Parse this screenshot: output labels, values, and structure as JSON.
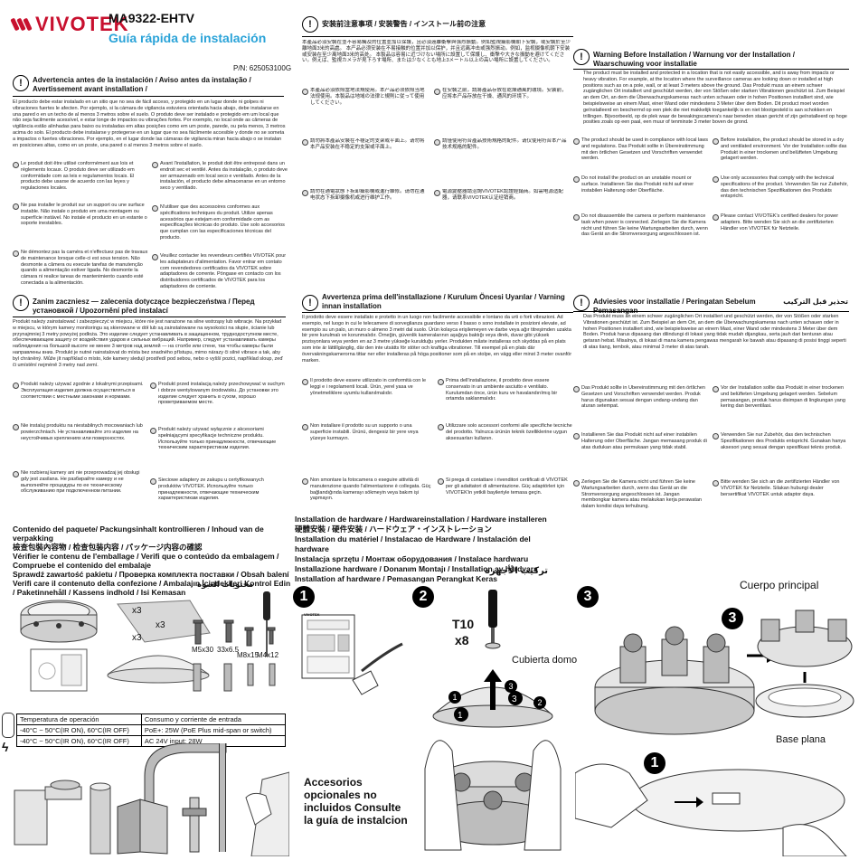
{
  "brand": "VIVOTEK",
  "model": "MA9322-EHTV",
  "subtitle": "Guía rápida de instalación",
  "pn": "P/N: 625053100G",
  "sections": {
    "warn_es_fr": "Advertencia antes de la instalación / Aviso antes da instalação / Avertissement avant installation /",
    "warn_cjk": "安装前注意事项 / 安装警告 / インストール前の注意",
    "warn_en_de": "Warning Before Installation / Warnung vor der Installation / Waarschuwing voor installatie",
    "warn_pl_ru": "Zanim zaczniesz — zalecenia dotyczące bezpieczeństwa / Перед установкой / Upozornění před instalací",
    "warn_it_tr": "Avvertenza prima dell'installazione / Kurulum Öncesi Uyarılar / Varning innan installation",
    "warn_ms": "Adviesies voor installatie / Peringatan Sebelum Pemasangan",
    "warn_ar": "تحذير قبل التركيب"
  },
  "texts": {
    "es_p1": "El producto debe estar instalado en un sitio que no sea de fácil acceso, y protegido en un lugar donde ni golpes ni vibraciones fuertes le afecten. Por ejemplo, si la cámara de vigilancia estuviera orientada hacia abajo, debe instalarse en una pared o en un techo de al menos 3 metros sobre el suelo.",
    "es_p2": "O produto deve ser instalado e protegido em um local que não seja facilmente acessível, e estar longe de impactos ou vibrações fortes. Por exemplo, no local onde as câmeras de vigilância estão alinhadas para baixo ou instaladas em altas posições como em um poste, parede, ou pela menos, 3 metros acima do solo.",
    "es_p3": "El producto debe instalarse y protegerse en un lugar que no sea fácilmente accesible y donde no se someta a impactos o fuertes vibraciones. Por ejemplo, en el lugar donde las cámaras de vigilancia miran hacia abajo o se instalan en posiciones altas, como en un poste, una pared o al menos 3 metros sobre el suelo.",
    "en_p1": "The product must be installed and protected in a location that is not easily accessible, and is away from impacts or heavy vibration. For example, at the location where the surveillance cameras are looking down or installed at high positions such as on a pole, wall, or at least 3 meters above the ground.",
    "de_p1": "Das Produkt muss an einem schwer zugänglichen Ort installiert und geschützt werden, der von Stößen oder starken Vibrationen geschützt ist. Zum Beispiel an dem Ort, an dem die Überwachungskameras nach unten schauen oder in hohen Positionen installiert sind, wie beispielsweise an einem Mast, einer Wand oder mindestens 3 Meter über dem Boden.",
    "nl_p1": "Dit product moet worden geïnstalleerd en beschermd op een plek die niet makkelijk toegankelijk is en niet blootgesteld is aan schokken en trillingen. Bijvoorbeeld, op de plek waar de bewakingscamera's naar beneden staan gericht of zijn geïnstalleerd op hoge posities zoals op een paal, een muur of tenminste 3 meter boven de grond.",
    "cjk_p1": "本產品必須安裝在並不容易觸及的位置並加以保護，且必須遠離衝擊與強烈振動。例如監視攝影機朝下安裝，或安裝於至少離地面3米的高處。",
    "cjk_p2": "本产品必须安装在不易接触的位置并加以保护，并且远离冲击或强烈振动。例如，监视摄像机朝下安装或安装在至少离地面3米的高处。",
    "cjk_p3": "本製品は容易に近づけない場所に設置して保護し、衝撃や大きな振動を避けてください。例えば、監視カメラが見下ろす場所、または少なくとも地上3メートル以上の高い場所に設置してください。",
    "pl_p1": "Produkt należy zainstalować i zabezpieczyć w miejscu, które nie jest narażone na silne wstrząsy lub wibracje. Na przykład w miejscu, w którym kamery monitoringu są skierowane w dół lub są zainstalowane na wysokości na słupie, ścianie lub przynajmniej 3 metry powyżej podłoża.",
    "ru_p1": "Это изделие следует устанавливать в защищенном, труднодоступном месте, обеспечивающем защиту от воздействия ударов и сильных вибраций. Например, следует устанавливать камеры наблюдения на большой высоте не менее 3 метров над землей — на столбе или стене, так чтобы камеры были направлены вниз.",
    "cs_p1": "Produkt je nutné nainstalovat do místa bez snadného přístupu, mimo nárazy či silné vibrace a tak, aby byl chráněný. Může jít například o místo, kde kamery sledují prostředí pod sebou, nebo o vyšší pozici, například sloup, zeď či umístění nejméně 3 metry nad zemí.",
    "it_p1": "Il prodotto deve essere installato e protetto in un luogo non facilmente accessibile e lontano da urti o forti vibrazioni. Ad esempio, nel luogo in cui le telecamere di sorveglianza guardano verso il basso o sono installate in posizioni elevate, ad esempio su un palo, un muro o almeno 3 metri dal suolo.",
    "tr_p1": "Ürün kolayca erişilemeyen ve darbe veya ağır titreşimden uzakta bir yere kurulmalı ve korunmalıdır. Örneğin, güvenlik kameralarının aşağıya baktığı veya direk, duvar gibi yüksek pozisyonlara veya yerden en az 3 metre yükseğe kurulduğu yerler.",
    "sv_p1": "Produkten måste installeras och skyddas på en plats som inte är lättillgänglig, där den inte utsätts för stöter och kraftiga vibrationer. Till exempel på en plats där övervakningskamerorna tittar ner eller installeras på höga positioner som på en stolpe, en vägg eller minst 3 meter ovanför marken.",
    "de_p2": "Das Produkt muss an einem schwer zugänglichen Ort installiert und geschützt werden, der von Stößen oder starken Vibrationen geschützt ist. Zum Beispiel an dem Ort, an dem die Überwachungskameras nach unten schauen oder in hohen Positionen installiert sind, wie beispielsweise an einem Mast, einer Wand oder mindestens 3 Meter über dem Boden.",
    "id_p1": "Produk harus dipasang dan dilindungi di lokasi yang tidak mudah dijangkau, serta jauh dari benturan atau getaran hebat. Misalnya, di lokasi di mana kamera pengawas mengarah ke bawah atau dipasang di posisi tinggi seperti di atas tiang, tembok, atau minimal 3 meter di atas tanah."
  },
  "bullets": {
    "es_left": [
      "Le produit doit être utilisé conformément aux lois et règlements locaux. O produto deve ser utilizado em conformidade com as leis e regulamentos locais. El producto debe usarse de acuerdo con las leyes y regulaciones locales.",
      "Ne pas installer le produit sur un support ou une surface instable. Não instale o produto em uma montagem ou superfície instável. No instale el producto en un estante o soporte inestables.",
      "Ne démontez pas la caméra et n'effectuez pas de travaux de maintenance lorsque celle-ci est sous tension. Não desmonte a câmera ou execute tarefas de manutenção quando a alimentação estiver ligada. No desmonte la cámara ni realice tareas de mantenimiento cuando esté conectada a la alimentación."
    ],
    "es_right": [
      "Avant l'installation, le produit doit être entreposé dans un endroit sec et ventilé. Antes da instalação, o produto deve ser armazenado em local seco e ventilado. Antes de la instalación, el producto debe almacenarse en un entorno seco y ventilado.",
      "N'utiliser que des accessoires conformes aux spécifications techniques du produit. Utilize apenas acessórios que estejam em conformidade com as especificações técnicas do produto. Use solo accesorios que cumplan con las especificaciones técnicas del producto.",
      "Veuillez contacter les revendeurs certifiés VIVOTEK pour les adaptateurs d'alimentation. Favor entrar em contato com revendedores certificados da VIVOTEK sobre adaptadores de corrente. Póngase en contacto con los distribuidores certificados de VIVOTEK para los adaptadores de corriente."
    ],
    "cjk_left": [
      "本產品必須依照當地法規使用。本产品必须依照当地法规使用。本製品は地域の法律と規則に従って使用してください。",
      "請勿將本產品安裝在不穩定的支架或平面上。请勿将本产品安装在不稳定的支架或平面上。",
      "請勿在通電狀態下拆卸攝影機或進行維修。请勿在通电状态下拆卸摄像机或进行维护工作。"
    ],
    "cjk_right": [
      "在安裝之前，請將產品存放在乾燥通風的環境。安装前，应将本产品存放在干燥、通风的环境下。",
      "請僅使用符合產品技術規格的配件。请仅使用符合本产品技术规格的配件。",
      "電源變壓器請洽詢VIVOTEK認證經銷商。如需电源适配器，请联系VIVOTEK认证经销商。"
    ],
    "en_left": [
      "The product should be used in compliance with local laws and regulations. Das Produkt sollte in Übereinstimmung mit den örtlichen Gesetzen und Vorschriften verwendet werden.",
      "Do not install the product on an unstable mount or surface. Installieren Sie das Produkt nicht auf einer instabilen Halterung oder Oberfläche.",
      "Do not disassemble the camera or perform maintenance task when power is connected. Zerlegen Sie die Kamera nicht und führen Sie keine Wartungsarbeiten durch, wenn das Gerät an die Stromversorgung angeschlossen ist."
    ],
    "en_right": [
      "Before installation, the product should be stored in a dry and ventilated environment. Vor der Installation sollte das Produkt in einer trockenen und belüfteten Umgebung gelagert werden.",
      "Use only accessories that comply with the technical specifications of the product. Verwenden Sie nur Zubehör, das den technischen Spezifikationen des Produkts entspricht.",
      "Please contact VIVOTEK's certified dealers for power adapters. Bitte wenden Sie sich an die zertifizierten Händler von VIVOTEK für Netzteile."
    ],
    "pl_left": [
      "Produkt należy używać zgodnie z lokalnymi przepisami. Эксплуатация изделия должна осуществляться в соответствии с местными законами и нормами.",
      "Nie instaluj produktu na niestabilnych mocowaniach lub powierzchniach. Не устанавливайте это изделие на неустойчивых креплениях или поверхностях.",
      "Nie rozbieraj kamery ani nie przeprowadzaj jej obsługi gdy jest zasilana. Не разбирайте камеру и не выполняйте процедуры по ее техническому обслуживанию при подключенном питании."
    ],
    "pl_right": [
      "Produkt przed instalacją należy przechowywać w suchym i dobrze wentylowanym środowisku. До установки это изделие следует хранить в сухом, хорошо проветриваемом месте.",
      "Produkt należy używać wyłącznie z akcesoriami spełniającymi specyfikacje techniczne produktu. Используйте только принадлежности, отвечающие техническим характеристикам изделия.",
      "Sieciowe adaptery ze zakupu u certyfikowanych produktów VIVOTEK. Используйте только принадлежности, отвечающие техническим характеристикам изделия."
    ],
    "it_left": [
      "Il prodotto deve essere utilizzato in conformità con le leggi e i regolamenti locali. Ürün, yerel yasa ve yönetmeliklere uyumlu kullanılmalıdır.",
      "Non installare il prodotto su un supporto o una superficie instabili. Ürünü, dengesiz bir yere veya yüzeye kurmayın.",
      "Non smontare la fotocamera o eseguire attività di manutenzione quando l'alimentazione è collegata. Güç bağlandığında kamerayı sökmeyin veya bakım işi yapmayın."
    ],
    "it_right": [
      "Prima dell'installazione, il prodotto deve essere conservato in un ambiente asciutto e ventilato. Kurulumdan önce, ürün kuru ve havalandırılmış bir ortamda saklanmalıdır.",
      "Utilizzare solo accessori conformi alle specifiche tecniche del prodotto. Yalnızca ürünün teknik özelliklerine uygun aksesuarları kullanın.",
      "Si prega di contattare i rivenditori certificati di VIVOTEK per gli adattatori di alimentazione. Güç adaptörleri için VIVOTEK'in yetkili bayileriyle temasa geçin."
    ],
    "id_left": [
      "Das Produkt sollte in Übereinstimmung mit den örtlichen Gesetzen und Vorschriften verwendet werden. Produk harus digunakan sesuai dengan undang-undang dan aturan setempat.",
      "Installieren Sie das Produkt nicht auf einer instabilen Halterung oder Oberfläche. Jangan memasang produk di atas dudukan atau permukaan yang tidak stabil.",
      "Zerlegen Sie die Kamera nicht und führen Sie keine Wartungsarbeiten durch, wenn das Gerät an die Stromversorgung angeschlossen ist. Jangan membongkar kamera atau melakukan kerja perawatan dalam kondisi daya terhubung."
    ],
    "id_right": [
      "Vor der Installation sollte das Produkt in einer trockenen und belüfteten Umgebung gelagert werden. Sebelum pemasangan, produk harus disimpan di lingkungan yang kering dan berventilasi.",
      "Verwenden Sie nur Zubehör, das den technischen Spezifikationen des Produkts entspricht. Gunakan hanya aksesori yang sesuai dengan spesifikasi teknis produk.",
      "Bitte wenden Sie sich an die zertifizierten Händler von VIVOTEK für Netzteile. Silakan hubungi dealer bersertifikat VIVOTEK untuk adaptor daya."
    ]
  },
  "package": [
    "Contenido del paquete/ Packungsinhalt kontrollieren / Inhoud van de verpakking",
    "檢查包裝內容物 / 检查包装内容 / パッケージ内容の確認",
    "Vérifier le contenu de l'emballage / Verifi que o conteúdo da embalagem / Compruebe el contenido del embalaje",
    "Sprawdź zawartość pakietu / Проверка комплекта поставки / Obsah balení",
    "Verifi care il contenuto della confezione / Ambalajın İçindekileri Kontrol Edin / Paketinnehåll / Kassens indhold / Isi Kemasan",
    "محتويات العبوة"
  ],
  "install": [
    "Installation de hardware / Hardwareinstallation / Hardware installeren",
    "硬體安裝 / 硬件安装 / ハードウェア・インストレーション",
    "Installation du matériel / Instalacao de Hardware / Instalación del hardware",
    "Instalacja sprzętu / Монтаж оборудования / Instalace hardwaru",
    "Installazione hardware / Donanım Montajı / Installation av hårdvara",
    "Installation af hardware / Pemasangan Perangkat Keras",
    "تركيب الأجهزة"
  ],
  "parts": {
    "m5x30": "M5x30",
    "m33x65": "33x6.5",
    "m8x15": "M8x15",
    "m4x12": "M4x12",
    "x3a": "x3",
    "x3b": "x3",
    "x3c": "x3"
  },
  "spec_table": {
    "headers": [
      "Temperatura de operación",
      "Consumo y corriente de entrada"
    ],
    "rows": [
      [
        "-40°C ~ 50°C(IR ON), 60°C(IR OFF)",
        "PoE+: 25W (PoE Plus mid-span or switch)"
      ],
      [
        "-40°C ~ 50°C(IR ON), 60°C(IR OFF)",
        "AC 24V input: 28W"
      ]
    ]
  },
  "steps": [
    "1",
    "2",
    "3",
    "1",
    "2",
    "3",
    "1",
    "3"
  ],
  "labels": {
    "t10": "T10",
    "x8": "x8",
    "dome_cover": "Cubierta domo",
    "main_body": "Cuerpo principal",
    "base_plate": "Base plana",
    "accessories": "Accesorios opcionales no incluidos Consulte la guía de instalcion"
  },
  "label_brand": "VIVOTEK",
  "colors": {
    "brand_red": "#c8102e",
    "subtitle_blue": "#2aa3d8"
  }
}
